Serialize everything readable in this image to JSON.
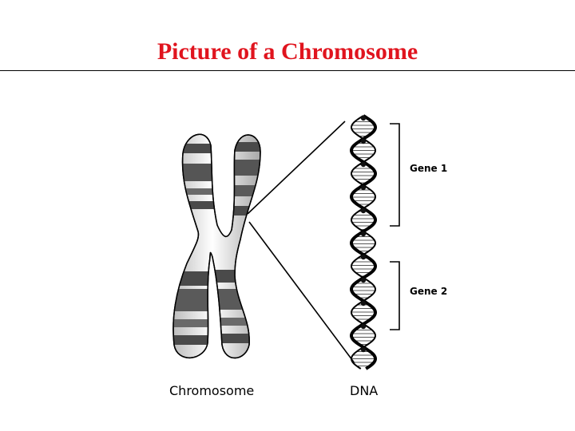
{
  "title": "Picture of a Chromosome",
  "labels": {
    "chromosome": "Chromosome",
    "dna": "DNA",
    "gene1": "Gene 1",
    "gene2": "Gene 2"
  },
  "colors": {
    "title": "#e0141e",
    "ink": "#000000",
    "band_dark": "#4a4a4a",
    "band_light": "#d8d8d8"
  }
}
